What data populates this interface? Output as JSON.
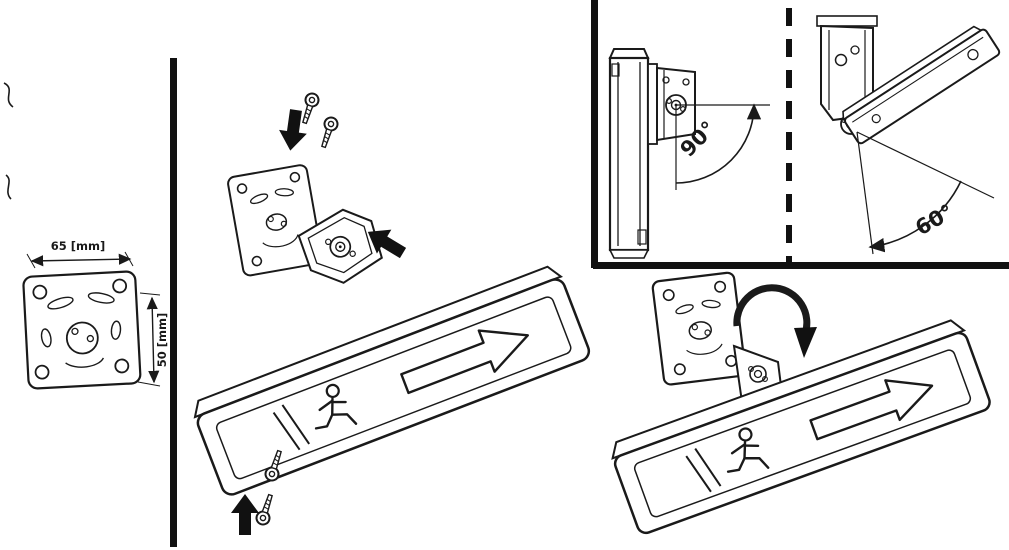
{
  "diagram": {
    "labels": {
      "width_dim": "65 [mm]",
      "height_dim": "50 [mm]",
      "angle_90": "90°",
      "angle_60": "60°"
    },
    "icons": [
      "mounting-plate-icon",
      "swivel-bracket-icon",
      "screw-icon",
      "arrow-down-icon",
      "arrow-up-icon",
      "arrow-up-left-icon",
      "exit-sign-icon",
      "running-man-icon",
      "exit-arrow-icon",
      "angle-arc-icon",
      "rotation-arrow-icon",
      "dimension-arrow-icon"
    ],
    "colors": {
      "line": "#1a1a1a",
      "arrow_fill": "#111111",
      "background": "#ffffff"
    }
  }
}
